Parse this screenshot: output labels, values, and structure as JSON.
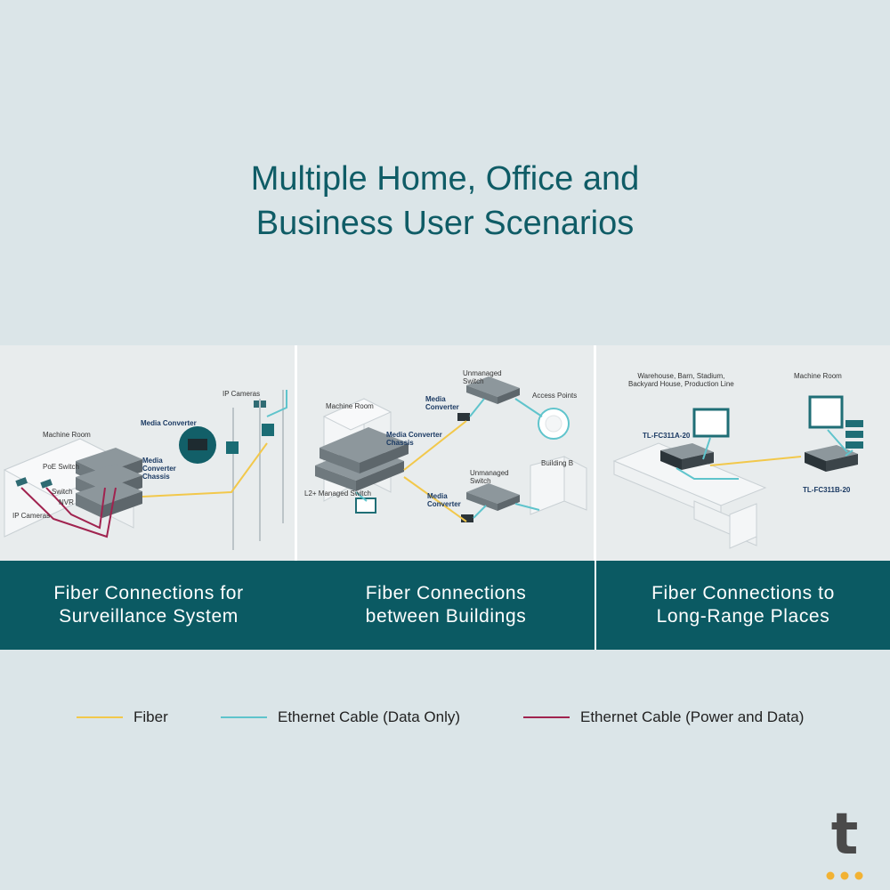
{
  "title_line1": "Multiple Home, Office and",
  "title_line2": "Business User Scenarios",
  "panels": [
    {
      "caption_line1": "Fiber Connections for",
      "caption_line2": "Surveillance System",
      "labels": {
        "machine_room": "Machine Room",
        "poe_switch": "PoE Switch",
        "switch": "Switch",
        "nvr": "NVR",
        "ip_cameras_left": "IP Cameras",
        "ip_cameras_top": "IP Cameras",
        "media_converter": "Media Converter",
        "chassis": "Media Converter Chassis"
      }
    },
    {
      "caption_line1": "Fiber Connections",
      "caption_line2": "between Buildings",
      "labels": {
        "machine_room": "Machine Room",
        "unmanaged_switch_top": "Unmanaged Switch",
        "media_converter_top": "Media Converter",
        "access_points": "Access Points",
        "chassis": "Media Converter Chassis",
        "building_b": "Building B",
        "unmanaged_switch_bottom": "Unmanaged Switch",
        "l2_switch": "L2+ Managed Switch",
        "media_converter_bottom": "Media Converter"
      }
    },
    {
      "caption_line1": "Fiber Connections to",
      "caption_line2": "Long-Range Places",
      "labels": {
        "places_line1": "Warehouse, Barn, Stadium,",
        "places_line2": "Backyard House, Production Line",
        "machine_room": "Machine Room",
        "tl_a": "TL-FC311A-20",
        "tl_b": "TL-FC311B-20"
      }
    }
  ],
  "legend": [
    {
      "label": "Fiber",
      "color": "#f2c84b"
    },
    {
      "label": "Ethernet Cable (Data Only)",
      "color": "#5fc4cc"
    },
    {
      "label": "Ethernet Cable (Power and Data)",
      "color": "#a0234f"
    }
  ],
  "colors": {
    "teal": "#0b5a63",
    "background": "#dbe5e8",
    "panel": "#e8eced",
    "logo_dots": "#f2b233"
  },
  "logo_letter": "t"
}
